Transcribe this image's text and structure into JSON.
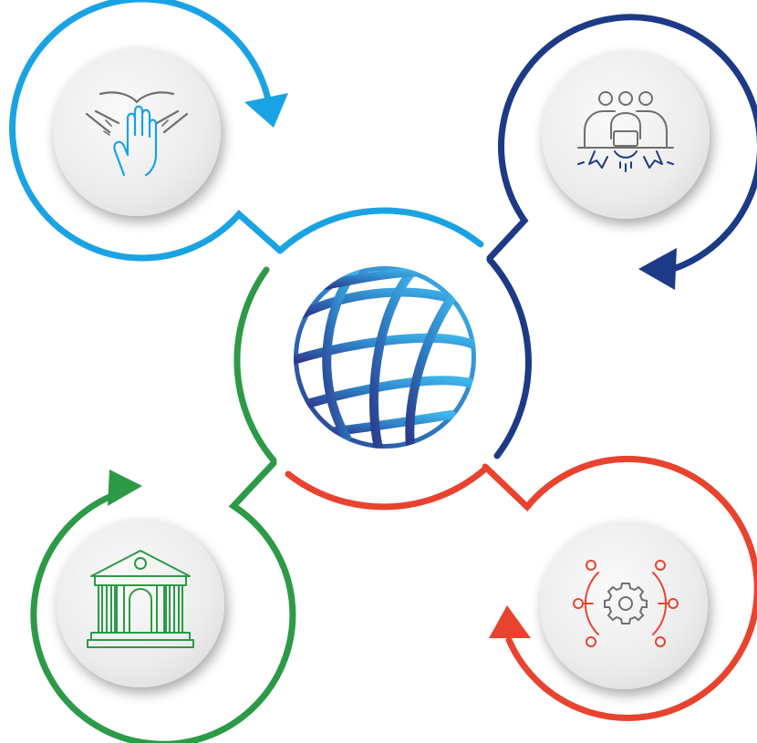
{
  "diagram": {
    "hub": {
      "icon": "globe-icon"
    },
    "nodes": [
      {
        "id": "top-left",
        "icon": "hands-together-icon",
        "color": "#1aa3e3"
      },
      {
        "id": "top-right",
        "icon": "team-meeting-gears-icon",
        "color": "#1d3a86"
      },
      {
        "id": "bottom-left",
        "icon": "bank-building-icon",
        "color": "#2c9a47"
      },
      {
        "id": "bottom-right",
        "icon": "network-gear-icon",
        "color": "#e8432f"
      }
    ],
    "colors": {
      "globe_light": "#39b0e8",
      "globe_dark": "#2a3f8f",
      "disc_fill": "#eeeeef",
      "disc_shadow": "#c9c9cb"
    }
  }
}
